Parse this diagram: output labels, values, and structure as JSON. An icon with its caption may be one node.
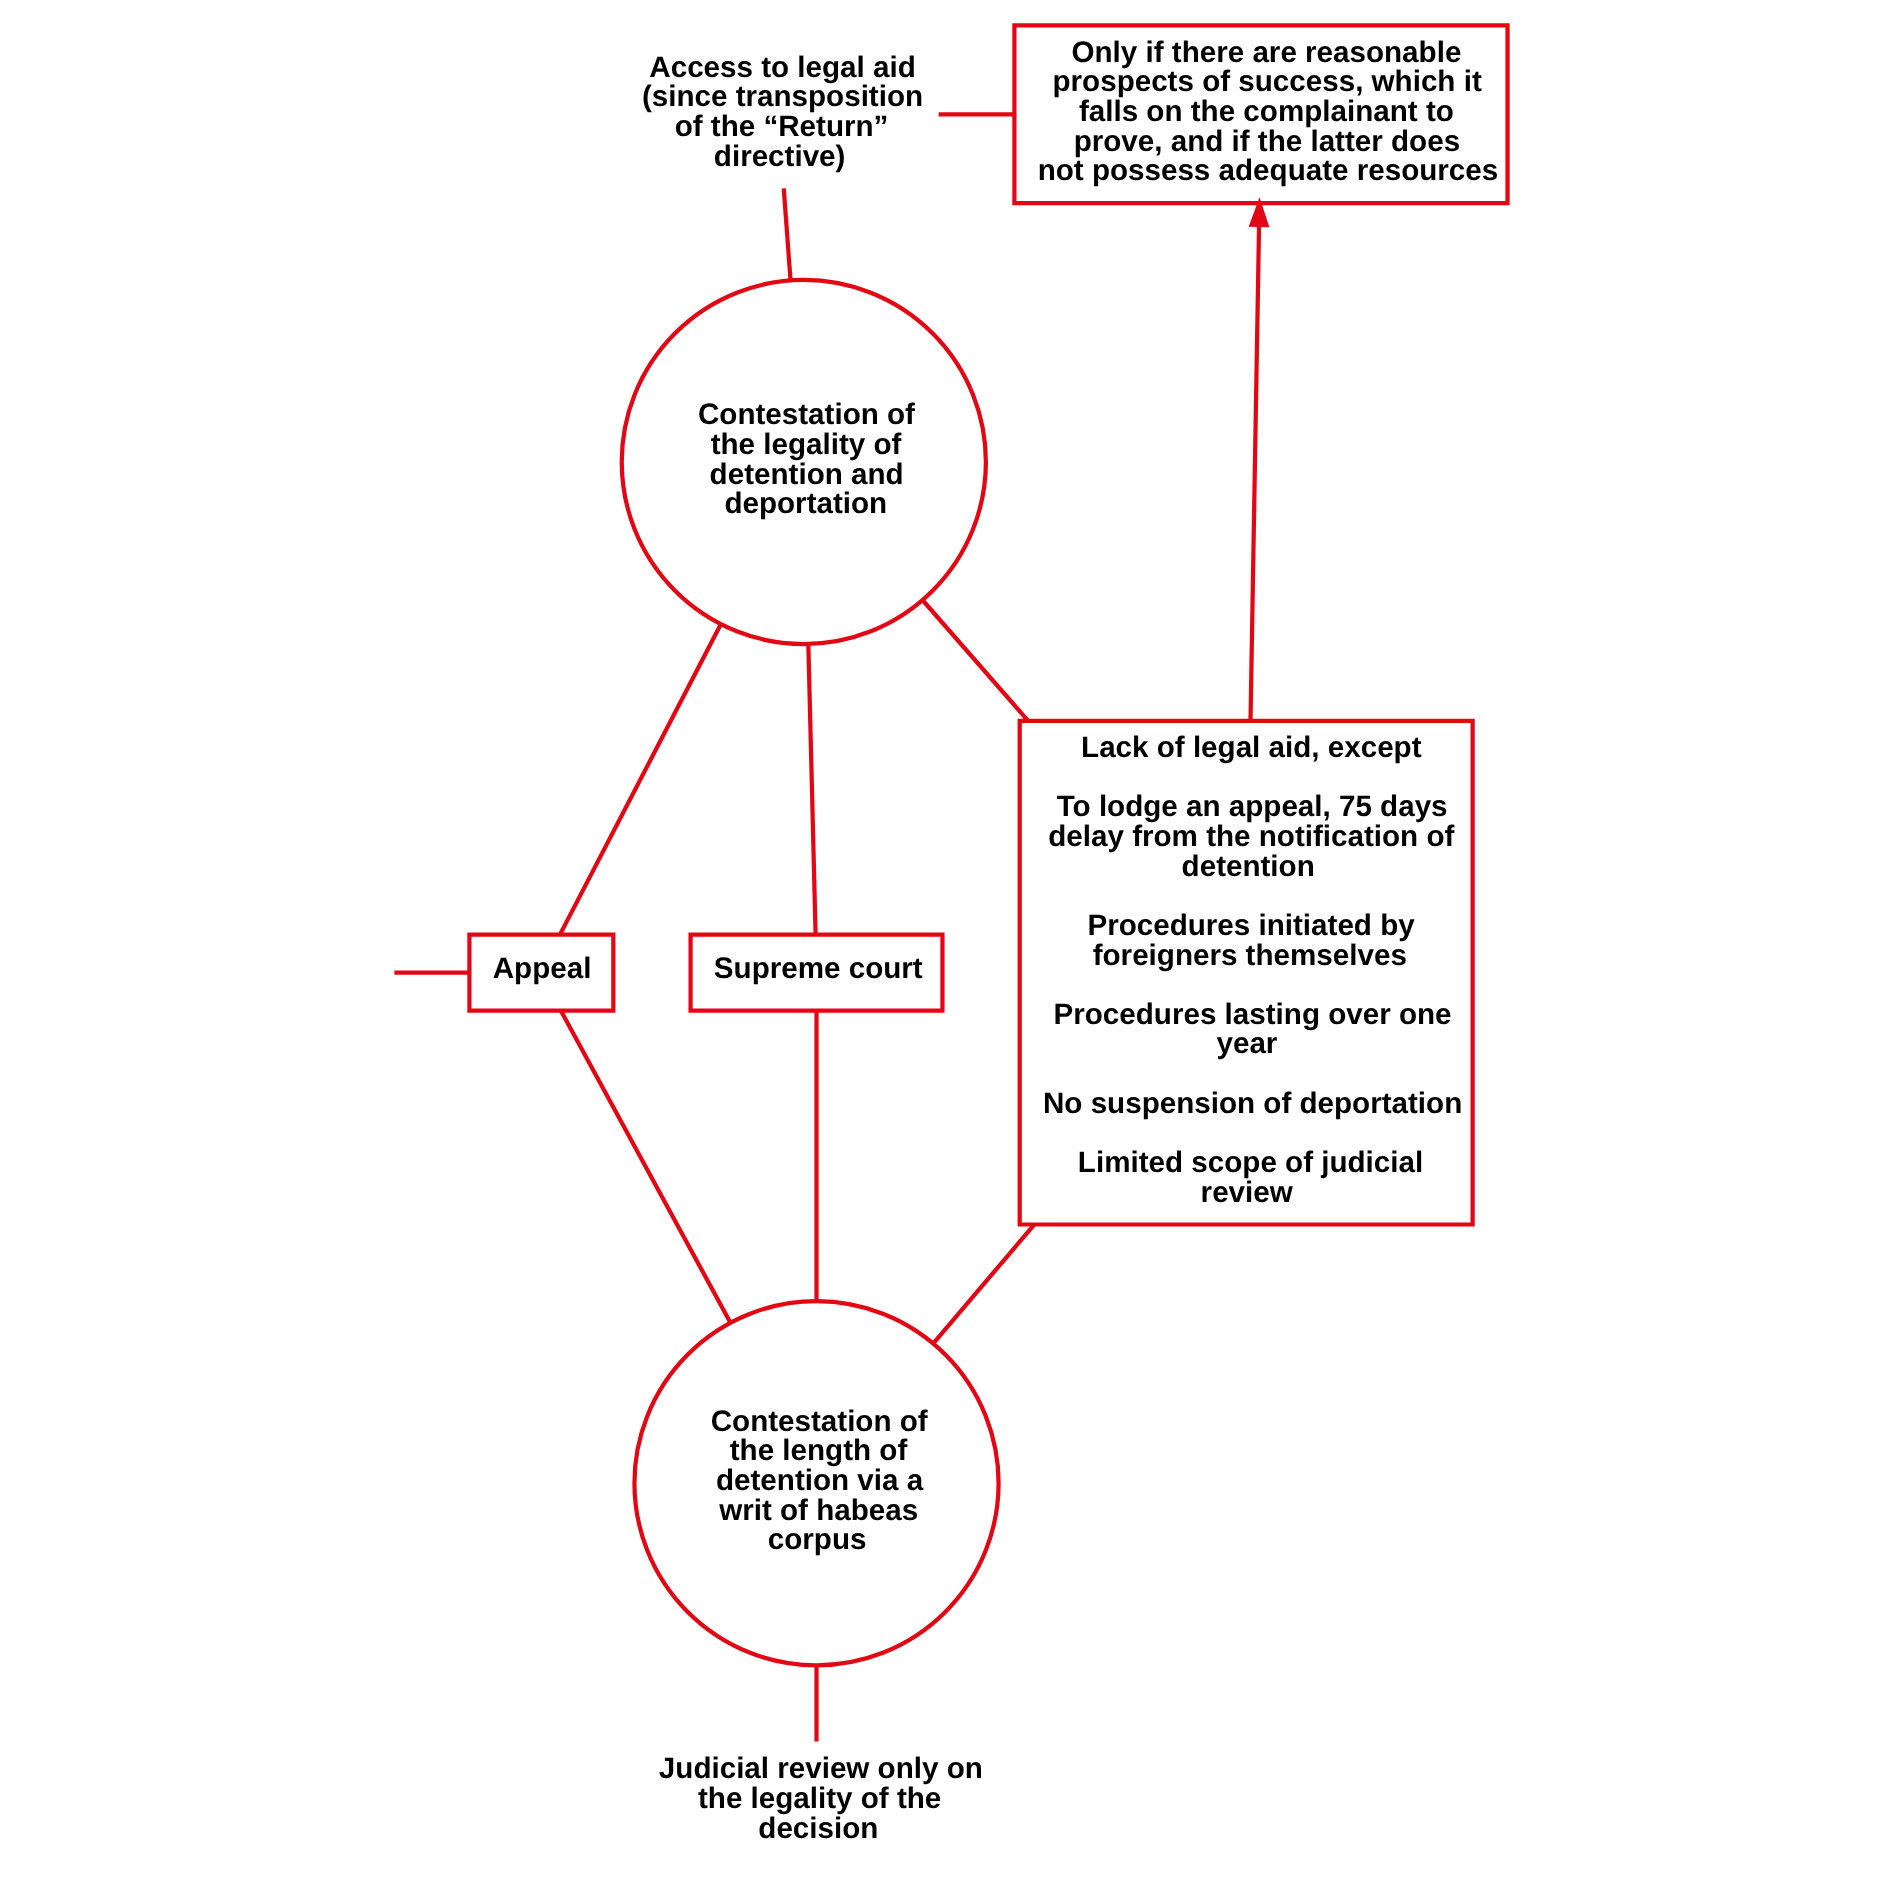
{
  "diagram": {
    "nodes": [
      {
        "text": [
          "Access to legal aid (since transposition of the “Return” directive)"
        ]
      },
      {
        "text": [
          "Contestation of the legality of detention and deportation"
        ]
      },
      {
        "text": [
          "Appeal"
        ]
      },
      {
        "text": [
          "Supreme court"
        ]
      },
      {
        "text": [
          "Contestation of the length of detention via a writ of habeas corpus"
        ]
      },
      {
        "text": [
          "Judicial review only on the legality of the decision"
        ]
      },
      {
        "text": [
          "Only if there are reasonable prospects of success, which it falls on the complainant to prove, and if the latter does not possess adequate resources"
        ]
      },
      {
        "text": [
          "Lack of legal aid, except",
          "To lodge an appeal, 75 days delay from the notification of detention",
          "Procedures initiated by foreigners themselves",
          "Procedures lasting over one year",
          "No suspension of deportation",
          "Limited scope of judicial review"
        ]
      }
    ],
    "edges": [
      {
        "from": 0,
        "to": 1,
        "arrow": "none"
      },
      {
        "from": 0,
        "to": 6,
        "arrow": "none"
      },
      {
        "from": 1,
        "to": 2,
        "arrow": "none"
      },
      {
        "from": 1,
        "to": 3,
        "arrow": "none"
      },
      {
        "from": 1,
        "to": 7,
        "arrow": "none"
      },
      {
        "from": null,
        "to": 2,
        "arrow": "none"
      },
      {
        "from": 2,
        "to": 4,
        "arrow": "none"
      },
      {
        "from": 3,
        "to": 4,
        "arrow": "none"
      },
      {
        "from": 7,
        "to": 4,
        "arrow": "none"
      },
      {
        "from": 4,
        "to": 5,
        "arrow": "none"
      },
      {
        "from": 7,
        "to": 6,
        "arrow": "to"
      }
    ]
  }
}
